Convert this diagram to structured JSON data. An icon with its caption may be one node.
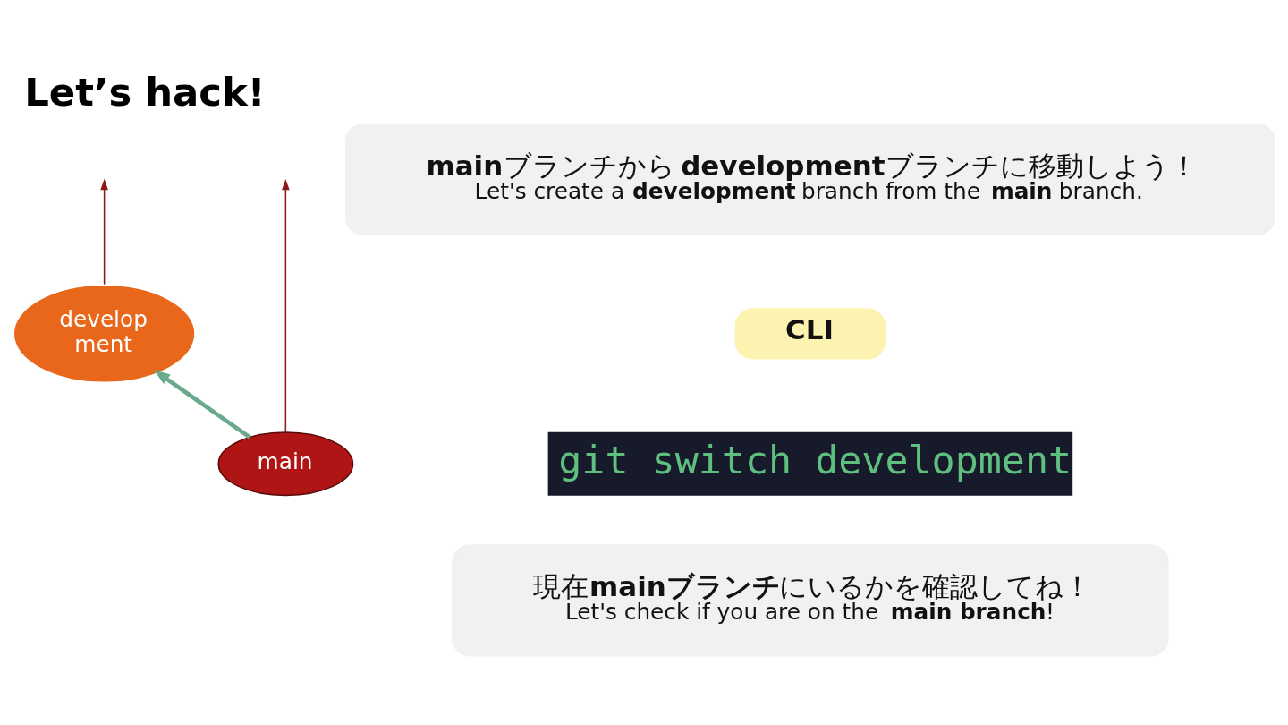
{
  "diagram": {
    "title": "Let’s hack!",
    "nodes": [
      {
        "text": [
          "**main**ブランチから **development**ブランチに移動しよう！",
          "Let's create a **development** branch from the **main** branch."
        ]
      },
      {
        "text": [
          "CLI"
        ]
      },
      {
        "text": [
          "git switch development"
        ]
      },
      {
        "text": [
          "現在**mainブランチ**にいるかを確認してね！",
          "Let's check if you are on the **main branch**!"
        ]
      },
      {
        "text": [
          "main"
        ]
      },
      {
        "text": [
          "develop ment"
        ]
      }
    ],
    "edges": [
      {
        "from": 4,
        "to": null,
        "arrow": "to"
      },
      {
        "from": 5,
        "to": null,
        "arrow": "to"
      },
      {
        "from": 4,
        "to": 5,
        "arrow": "to",
        "style": "thick",
        "color": "#6aaa8c"
      }
    ]
  }
}
